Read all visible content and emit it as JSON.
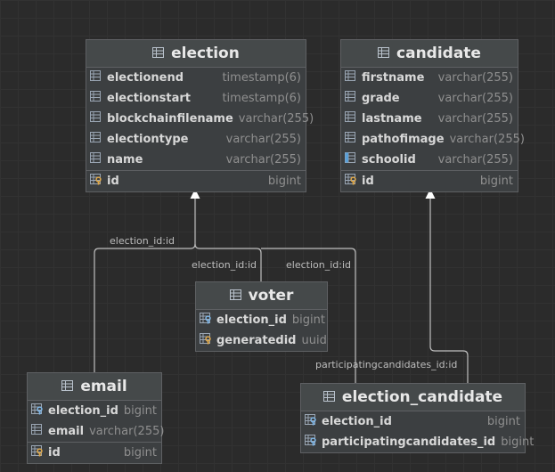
{
  "colors": {
    "background": "#2b2b2b",
    "table_body": "#3c3f41",
    "table_header": "#45494a",
    "link_line": "#bfbfbf",
    "key_icon": "#e0a94a",
    "column_icon": "#9aa6b4"
  },
  "tables": {
    "election": {
      "title": "election",
      "columns": [
        {
          "name": "electionend",
          "type": "timestamp(6)",
          "icon": "column-icon"
        },
        {
          "name": "electionstart",
          "type": "timestamp(6)",
          "icon": "column-icon"
        },
        {
          "name": "blockchainfilename",
          "type": "varchar(255)",
          "icon": "column-icon"
        },
        {
          "name": "electiontype",
          "type": "varchar(255)",
          "icon": "column-icon"
        },
        {
          "name": "name",
          "type": "varchar(255)",
          "icon": "column-icon"
        },
        {
          "name": "id",
          "type": "bigint",
          "icon": "primary-key-icon"
        }
      ]
    },
    "candidate": {
      "title": "candidate",
      "columns": [
        {
          "name": "firstname",
          "type": "varchar(255)",
          "icon": "column-icon"
        },
        {
          "name": "grade",
          "type": "varchar(255)",
          "icon": "column-icon"
        },
        {
          "name": "lastname",
          "type": "varchar(255)",
          "icon": "column-icon"
        },
        {
          "name": "pathofimage",
          "type": "varchar(255)",
          "icon": "column-icon"
        },
        {
          "name": "schoolid",
          "type": "varchar(255)",
          "icon": "indexed-column-icon"
        },
        {
          "name": "id",
          "type": "bigint",
          "icon": "primary-key-icon"
        }
      ]
    },
    "voter": {
      "title": "voter",
      "columns": [
        {
          "name": "election_id",
          "type": "bigint",
          "icon": "foreign-key-icon"
        },
        {
          "name": "generatedid",
          "type": "uuid",
          "icon": "primary-key-icon"
        }
      ]
    },
    "email": {
      "title": "email",
      "columns": [
        {
          "name": "election_id",
          "type": "bigint",
          "icon": "foreign-key-icon"
        },
        {
          "name": "email",
          "type": "varchar(255)",
          "icon": "column-icon"
        },
        {
          "name": "id",
          "type": "bigint",
          "icon": "primary-key-icon"
        }
      ]
    },
    "election_candidate": {
      "title": "election_candidate",
      "columns": [
        {
          "name": "election_id",
          "type": "bigint",
          "icon": "foreign-key-icon"
        },
        {
          "name": "participatingcandidates_id",
          "type": "bigint",
          "icon": "foreign-key-icon"
        }
      ]
    }
  },
  "relations": {
    "email_election": "election_id:id",
    "voter_election": "election_id:id",
    "election_candidate_election": "election_id:id",
    "election_candidate_candidate": "participatingcandidates_id:id"
  }
}
